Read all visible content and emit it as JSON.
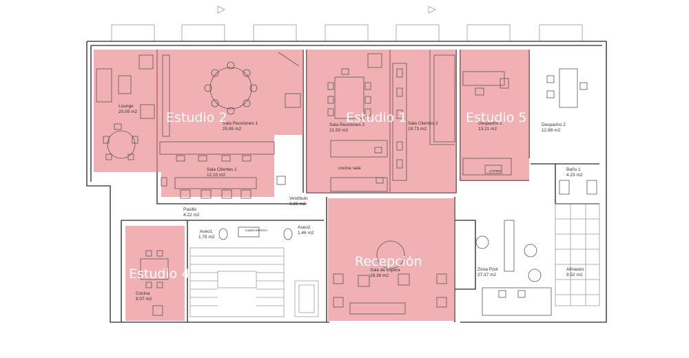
{
  "studios": [
    {
      "id": "estudio-2",
      "label": "Estudio 2"
    },
    {
      "id": "estudio-1",
      "label": "Estudio 1"
    },
    {
      "id": "estudio-5",
      "label": "Estudio 5"
    },
    {
      "id": "estudio-4",
      "label": "Estudio 4"
    },
    {
      "id": "recepcion",
      "label": "Recepción"
    }
  ],
  "rooms": [
    {
      "name": "Lounge",
      "area": "20.09 m2"
    },
    {
      "name": "Sala Reuniones 1",
      "area": "25.95 m2"
    },
    {
      "name": "Sala Reuniones 2",
      "area": "21.50 m2"
    },
    {
      "name": "Sala Clientes 2",
      "area": "19.73 m2"
    },
    {
      "name": "Despacho 1",
      "area": "13.21 m2"
    },
    {
      "name": "Despacho 2",
      "area": "12.88 m2"
    },
    {
      "name": "Sala Clientes 1",
      "area": "12.10 m2"
    },
    {
      "name": "cocina sala",
      "area": ""
    },
    {
      "name": "Baño 1",
      "area": "4.23 m2"
    },
    {
      "name": "Vestíbulo",
      "area": "3.86 m2"
    },
    {
      "name": "Pasillo",
      "area": "4.22 m2"
    },
    {
      "name": "Aseo1",
      "area": "1.75 m2"
    },
    {
      "name": "Aseo2",
      "area": "1.46 m2"
    },
    {
      "name": "Sala de espera",
      "area": "29.38 m2"
    },
    {
      "name": "Zona Pool",
      "area": "27.37 m2"
    },
    {
      "name": "Almacén",
      "area": "9.52 m2"
    },
    {
      "name": "Cocina",
      "area": "8.07 m2"
    }
  ],
  "tags": {
    "cuadro": "cuadro eléctrico",
    "copier": "COPIER"
  },
  "colors": {
    "zone": "#e8868c",
    "wall": "#4a4a4a"
  }
}
